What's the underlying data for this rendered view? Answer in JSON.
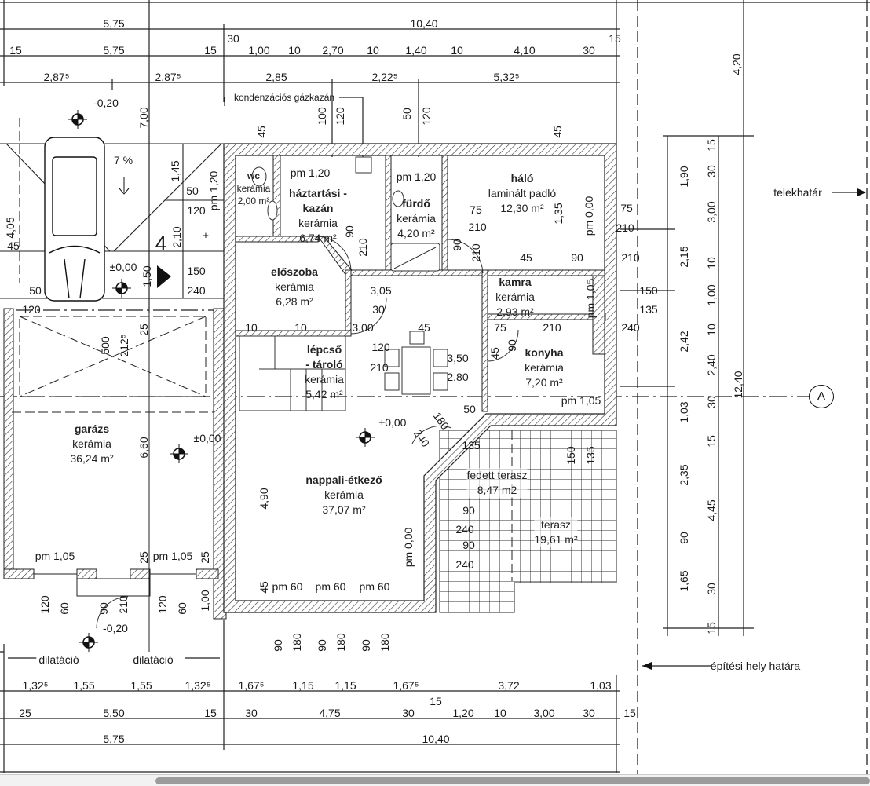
{
  "top_dimensions": {
    "row1": [
      "5,75",
      "10,40"
    ],
    "row2": [
      "15",
      "5,75",
      "15",
      "30",
      "1,00",
      "10",
      "2,70",
      "10",
      "1,40",
      "10",
      "4,10",
      "30",
      "15"
    ],
    "row3": [
      "2,87⁵",
      "2,87⁵",
      "2,85",
      "2,22⁵",
      "5,32⁵"
    ],
    "vertical": "4,20"
  },
  "right_dimensions": {
    "col1": [
      "1,90",
      "2,15",
      "2,42",
      "1,03",
      "2,35",
      "90",
      "1,65"
    ],
    "col2": [
      "15",
      "30",
      "3,00",
      "10",
      "1,00",
      "10",
      "2,40",
      "30",
      "15",
      "4,45",
      "30",
      "15"
    ],
    "overall": "12,40"
  },
  "bottom_dimensions": {
    "row1": [
      "1,32⁵",
      "1,55",
      "1,55",
      "1,32⁵",
      "1,67⁵",
      "1,15",
      "1,15",
      "1,67⁵",
      "3,72",
      "1,03"
    ],
    "row1_extra": "15",
    "row2": [
      "25",
      "5,50",
      "15",
      "30",
      "4,75",
      "30",
      "1,20",
      "10",
      "3,00",
      "30",
      "15"
    ],
    "row3": [
      "5,75",
      "10,40"
    ]
  },
  "rooms": {
    "wc": {
      "name": "wc",
      "floor": "kerámia",
      "area": "2,00 m²"
    },
    "haztartasi": {
      "name": "háztartási -",
      "name2": "kazán",
      "floor": "kerámia",
      "area": "6,74 m²"
    },
    "furdo": {
      "name": "fürdő",
      "floor": "kerámia",
      "area": "4,20 m²"
    },
    "halo": {
      "name": "háló",
      "floor": "laminált padló",
      "area": "12,30 m²"
    },
    "eloszoba": {
      "name": "előszoba",
      "floor": "kerámia",
      "area": "6,28 m²"
    },
    "kamra": {
      "name": "kamra",
      "floor": "kerámia",
      "area": "2,93 m²"
    },
    "lepcso": {
      "name": "lépcső",
      "name2": "- tároló",
      "floor": "kerámia",
      "area": "5,42 m²"
    },
    "konyha": {
      "name": "konyha",
      "floor": "kerámia",
      "area": "7,20 m²"
    },
    "garazs": {
      "name": "garázs",
      "floor": "kerámia",
      "area": "36,24 m²"
    },
    "nappali": {
      "name": "nappali-étkező",
      "floor": "kerámia",
      "area": "37,07 m²"
    },
    "fedett_terasz": {
      "name": "fedett terasz",
      "area": "8,47 m2"
    },
    "terasz": {
      "name": "terasz",
      "area": "19,61 m²"
    }
  },
  "annotations": {
    "boiler": "kondenzációs gázkazán",
    "level_top": "-0,20",
    "slope": "7 %",
    "level_drive": "±0,00",
    "level_garage": "±0,00",
    "level_living": "±0,00",
    "level_bottom": "-0,20",
    "section_mark": "4",
    "plot_boundary": "telekhatár",
    "building_limit": "építési hely határa",
    "expansion_joint_1": "dilatáció",
    "expansion_joint_2": "dilatáció",
    "axis_label": "A"
  },
  "openings": {
    "pm_120_a": "pm 1,20",
    "pm_120_b": "pm 1,20",
    "pm_120_wc": "pm 1,20",
    "pm_105_garage_1": "pm 1,05",
    "pm_105_garage_2": "pm 1,05",
    "pm_60": [
      "pm 60",
      "pm 60",
      "pm 60"
    ],
    "pm_105_kitchen": "pm 1,05",
    "pm_000_bedroom": "pm 0,00",
    "pm_105_pantry": "pm 1,05",
    "pm_000_living": "pm 0,00"
  },
  "misc_dims": {
    "win_top": [
      "45",
      "100",
      "120",
      "50",
      "120",
      "45"
    ],
    "car_area": [
      "7,00",
      "1,45",
      "50",
      "120",
      "4,05",
      "45",
      "2,10",
      "±",
      "1,50",
      "150",
      "240",
      "50",
      "120"
    ],
    "interior": [
      "90",
      "210",
      "75",
      "210",
      "90",
      "210",
      "3,05",
      "30",
      "1,35",
      "45",
      "90",
      "210",
      "75",
      "210",
      "120",
      "210",
      "3,50",
      "2,80",
      "45",
      "10",
      "10",
      "3,00",
      "75",
      "210",
      "45",
      "90",
      "240",
      "50",
      "135",
      "150",
      "135"
    ],
    "garage": [
      "500",
      "212⁵",
      "25",
      "6,60",
      "25",
      "25",
      "120",
      "60",
      "90",
      "210",
      "120",
      "60",
      "1,00"
    ],
    "living": [
      "4,90",
      "45",
      "180",
      "240",
      "90",
      "240",
      "90",
      "240",
      "150",
      "135"
    ],
    "bottom_windows": [
      "90",
      "180",
      "90",
      "180",
      "90",
      "180"
    ]
  }
}
